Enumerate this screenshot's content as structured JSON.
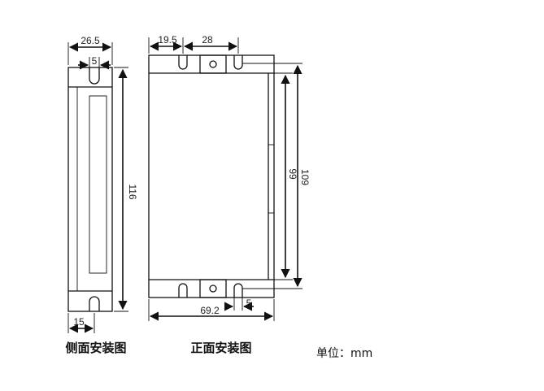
{
  "side_view": {
    "caption": "侧面安装图",
    "dim_width": "26.5",
    "dim_slot": "5",
    "dim_height": "116",
    "dim_offset": "15"
  },
  "front_view": {
    "caption": "正面安装图",
    "dim_left": "19.5",
    "dim_spacing": "28",
    "dim_inner_height": "99",
    "dim_outer_height": "109",
    "dim_width": "69.2",
    "dim_slot": "5"
  },
  "unit_label": "单位：mm"
}
